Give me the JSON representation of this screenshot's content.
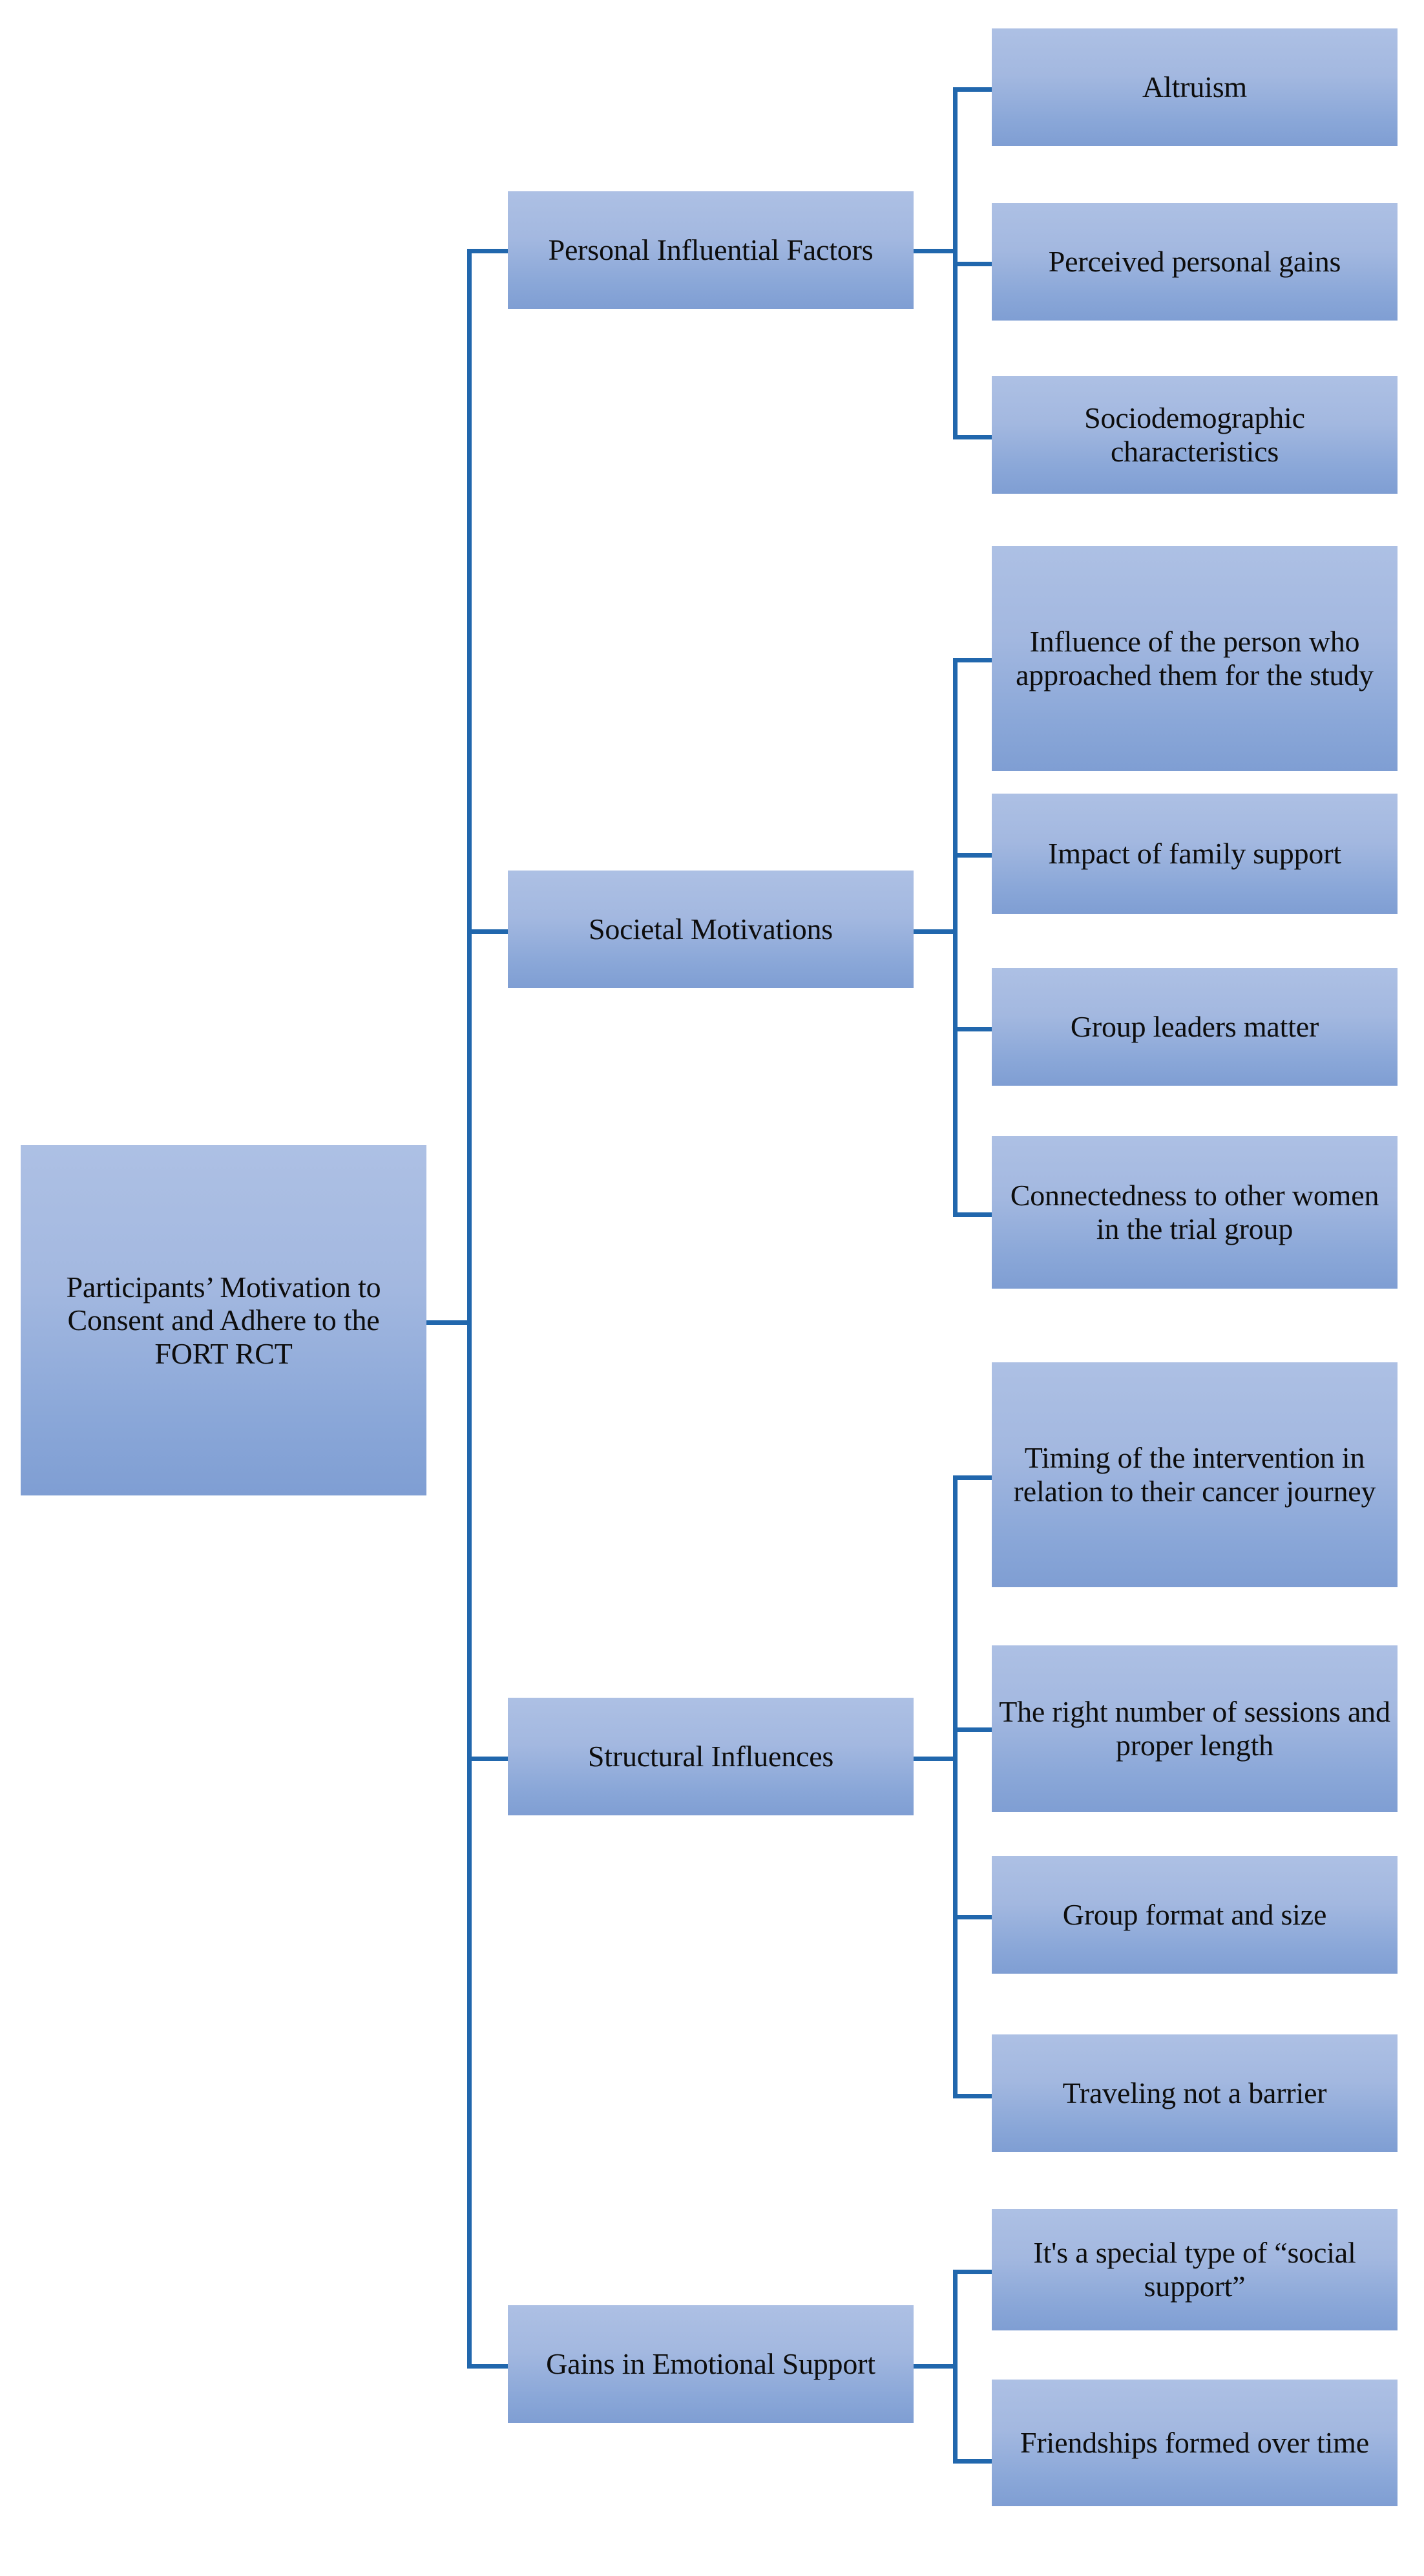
{
  "diagram": {
    "type": "hierarchy-tree",
    "orientation": "left-to-right",
    "title_node": "Participants’ Motivation to Consent and Adhere to the FORT RCT",
    "colors": {
      "node_fill_top": "#adc0e4",
      "node_fill_bottom": "#7f9ed3",
      "connector": "#2167ad",
      "text": "#0d0d0d",
      "background": "#ffffff"
    },
    "root": {
      "label": "Participants’ Motivation to Consent and Adhere to the FORT RCT"
    },
    "branches": [
      {
        "label": "Personal Influential Factors",
        "children": [
          {
            "label": "Altruism"
          },
          {
            "label": "Perceived personal gains"
          },
          {
            "label": "Sociodemographic characteristics"
          }
        ]
      },
      {
        "label": "Societal Motivations",
        "children": [
          {
            "label": "Influence of the person who approached them for the study"
          },
          {
            "label": "Impact of family support"
          },
          {
            "label": "Group leaders matter"
          },
          {
            "label": "Connectedness to other women in the trial group"
          }
        ]
      },
      {
        "label": "Structural Influences",
        "children": [
          {
            "label": "Timing of the intervention in relation to their cancer journey"
          },
          {
            "label": "The right number of sessions and proper length"
          },
          {
            "label": "Group format and size"
          },
          {
            "label": "Traveling not a barrier"
          }
        ]
      },
      {
        "label": "Gains in Emotional Support",
        "children": [
          {
            "label": "It's a special type of “social support”"
          },
          {
            "label": "Friendships formed over time"
          }
        ]
      }
    ]
  }
}
